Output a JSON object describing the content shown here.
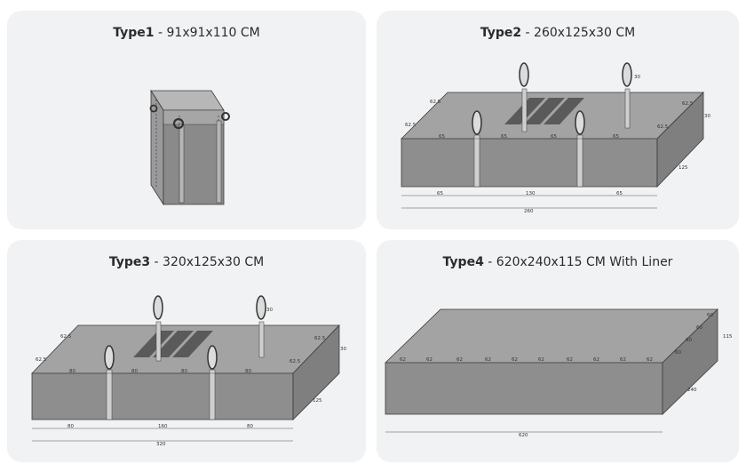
{
  "cards": [
    {
      "name": "Type1",
      "sep": " - ",
      "size": "91x91x110 CM"
    },
    {
      "name": "Type2",
      "sep": " - ",
      "size": "260x125x30 CM"
    },
    {
      "name": "Type3",
      "sep": " - ",
      "size": "320x125x30 CM"
    },
    {
      "name": "Type4",
      "sep": " - ",
      "size": "620x240x115 CM With Liner"
    }
  ],
  "dims": {
    "t2": {
      "height": "30",
      "side": "30",
      "depth": "125",
      "total": "260",
      "seg": [
        "65",
        "65",
        "65",
        "65"
      ],
      "bottom": [
        "65",
        "130",
        "65"
      ],
      "corner": [
        "62.5",
        "62.5",
        "62.5",
        "62.5"
      ]
    },
    "t3": {
      "height": "30",
      "side": "30",
      "depth": "125",
      "total": "320",
      "seg": [
        "80",
        "80",
        "80",
        "80"
      ],
      "bottom": [
        "80",
        "160",
        "80"
      ],
      "corner": [
        "62.5",
        "62.5",
        "62.5",
        "62.5"
      ]
    },
    "t4": {
      "height": "115",
      "depth": "240",
      "total": "620",
      "seg": [
        "62",
        "62",
        "62",
        "62",
        "62",
        "62",
        "62",
        "62",
        "62",
        "62"
      ],
      "side": [
        "60",
        "60",
        "60",
        "60"
      ]
    }
  },
  "colors": {
    "card": "#f0f2f4",
    "bag": "#8e8e8e",
    "bagTop": "#a3a3a3",
    "bagSide": "#7f7f7f",
    "pad": "#5a5a5a"
  }
}
